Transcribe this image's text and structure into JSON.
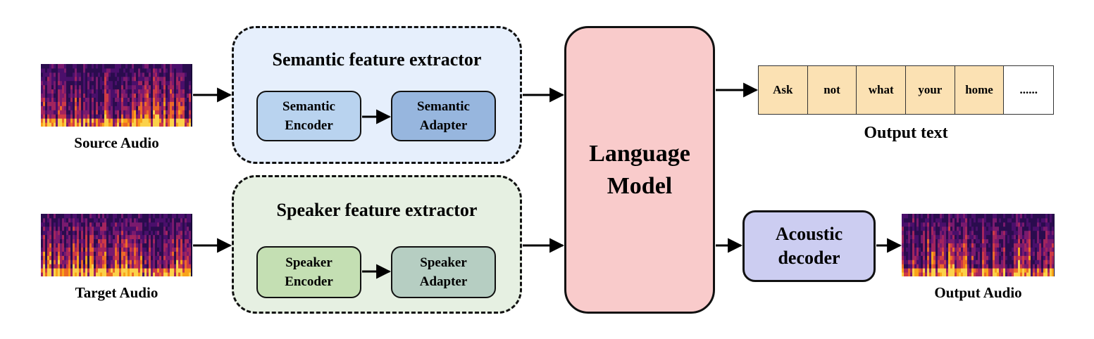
{
  "inputs": {
    "source_caption": "Source Audio",
    "target_caption": "Target Audio"
  },
  "semantic_extractor": {
    "title": "Semantic feature extractor",
    "encoder": [
      "Semantic",
      "Encoder"
    ],
    "adapter": [
      "Semantic",
      "Adapter"
    ]
  },
  "speaker_extractor": {
    "title": "Speaker feature extractor",
    "encoder": [
      "Speaker",
      "Encoder"
    ],
    "adapter": [
      "Speaker",
      "Adapter"
    ]
  },
  "language_model": [
    "Language",
    "Model"
  ],
  "output_text": {
    "caption": "Output text",
    "tokens": [
      "Ask",
      "not",
      "what",
      "your",
      "home",
      "......"
    ]
  },
  "acoustic_decoder": [
    "Acoustic",
    "decoder"
  ],
  "output_audio_caption": "Output Audio",
  "colors": {
    "semantic_bg": "#e6effc",
    "speaker_bg": "#e6f0e2",
    "semantic_encoder": "#b9d3ef",
    "semantic_adapter": "#97b6de",
    "speaker_encoder": "#c4dfb3",
    "speaker_adapter": "#b6cec2",
    "language_model": "#f9cbcb",
    "token_fill": "#fbe1b3",
    "acoustic_decoder": "#cccdf1"
  }
}
